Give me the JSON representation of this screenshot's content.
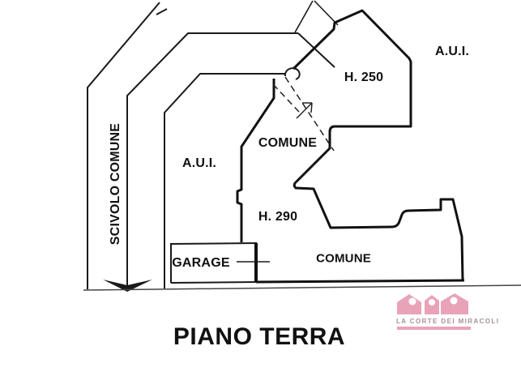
{
  "plan": {
    "labels": {
      "scivolo": "SCIVOLO COMUNE",
      "aui_left": "A.U.I.",
      "aui_right": "A.U.I.",
      "h250": "H. 250",
      "comune_mid": "COMUNE",
      "h290": "H. 290",
      "comune_bottom": "COMUNE",
      "garage": "GARAGE"
    }
  },
  "title": "PIANO TERRA",
  "logo": {
    "text": "LA CORTE DEI MIRACOLI",
    "houses_color": "#e9a3b8",
    "text_color": "#a39399"
  },
  "colors": {
    "wall": "#1a1a1a",
    "ground_line": "#444444",
    "background": "#ffffff"
  }
}
